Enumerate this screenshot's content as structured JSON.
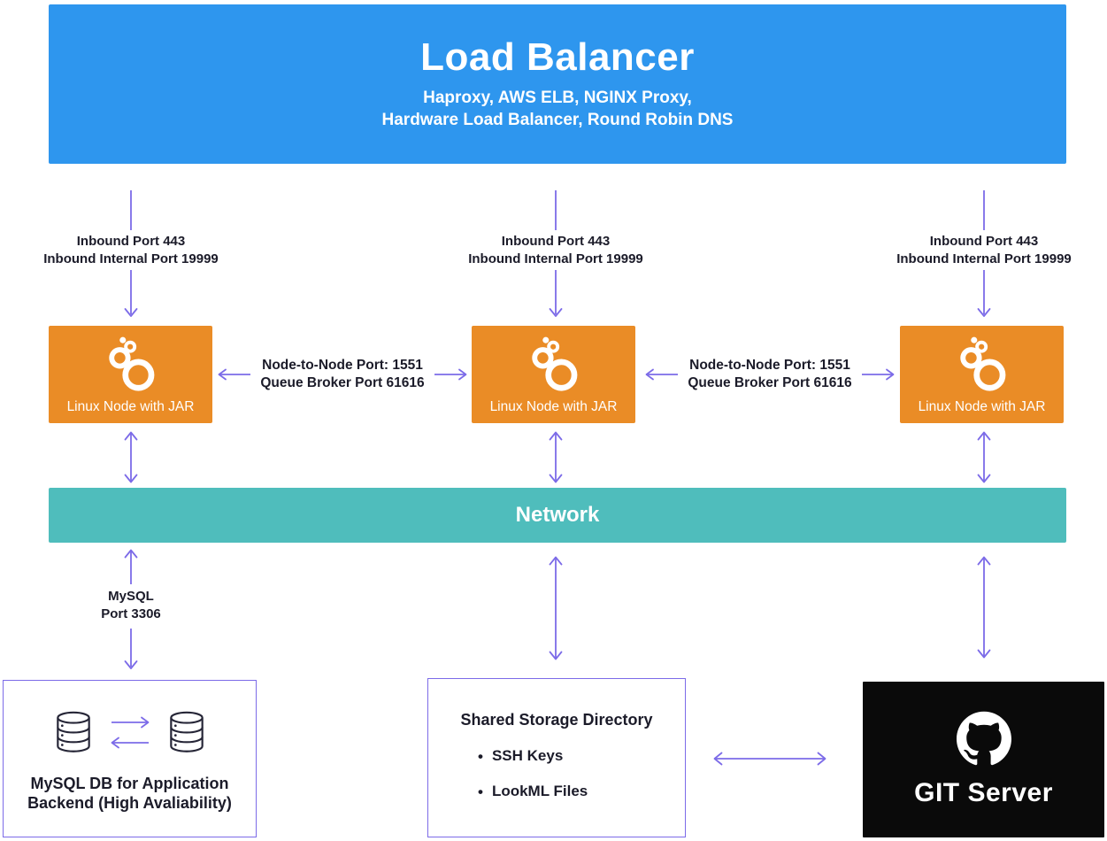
{
  "load_balancer": {
    "title": "Load Balancer",
    "subtitle1": "Haproxy, AWS ELB, NGINX Proxy,",
    "subtitle2": "Hardware Load Balancer, Round Robin DNS"
  },
  "inbound": {
    "line1": "Inbound Port 443",
    "line2": "Inbound Internal Port 19999"
  },
  "node": {
    "label": "Linux Node with JAR",
    "icon": "looker-icon"
  },
  "node_link": {
    "line1": "Node-to-Node Port: 1551",
    "line2": "Queue Broker Port 61616"
  },
  "network": {
    "label": "Network"
  },
  "mysql_link": {
    "line1": "MySQL",
    "line2": "Port 3306"
  },
  "mysql_db": {
    "line1": "MySQL DB for Application",
    "line2": "Backend (High Avaliability)",
    "icon": "database-icon"
  },
  "shared_storage": {
    "title": "Shared Storage Directory",
    "bullet_glyph": "•",
    "items": [
      "SSH Keys",
      "LookML Files"
    ]
  },
  "git": {
    "label": "GIT Server",
    "icon": "github-icon"
  },
  "colors": {
    "load_balancer_blue": "#2E96EE",
    "node_orange": "#EA8C26",
    "network_teal": "#4FBDBC",
    "arrow_purple": "#7C6BE8",
    "text_ink": "#1B1B29",
    "git_black": "#0A0A0A",
    "white": "#FFFFFF"
  }
}
